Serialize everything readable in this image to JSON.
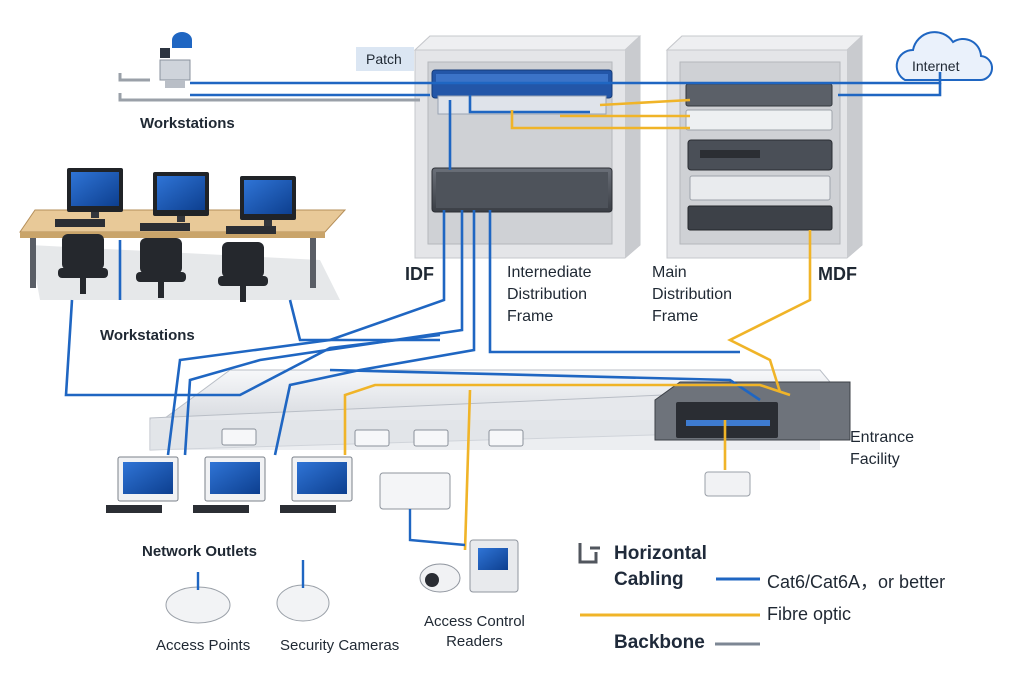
{
  "labels": {
    "patch": "Patch",
    "internet": "Internet",
    "workstations_top": "Workstations",
    "workstations_mid": "Workstations",
    "idf": "IDF",
    "idf_full": [
      "Internediate",
      "Distribution",
      "Frame"
    ],
    "mdf_full": [
      "Main",
      "Distribution",
      "Frame"
    ],
    "mdf": "MDF",
    "entrance": [
      "Entrance",
      "Facility"
    ],
    "network_outlets": "Network Outlets",
    "access_points": "Access Points",
    "security_cameras": "Security Cameras",
    "access_control": [
      "Access Control",
      "Readers"
    ]
  },
  "legend": {
    "horizontal_title": [
      "Horizontal",
      "Cabling"
    ],
    "copper_label": "Cat6/Cat6A，or better",
    "fibre_label": "Fibre optic",
    "backbone_title": "Backbone"
  },
  "colors": {
    "copper": "#1f66c2",
    "fibre": "#f0b428",
    "backbone": "#7d8794"
  },
  "icons": {
    "legend_marker": "corner-bracket-icon",
    "cloud": "cloud-icon"
  }
}
